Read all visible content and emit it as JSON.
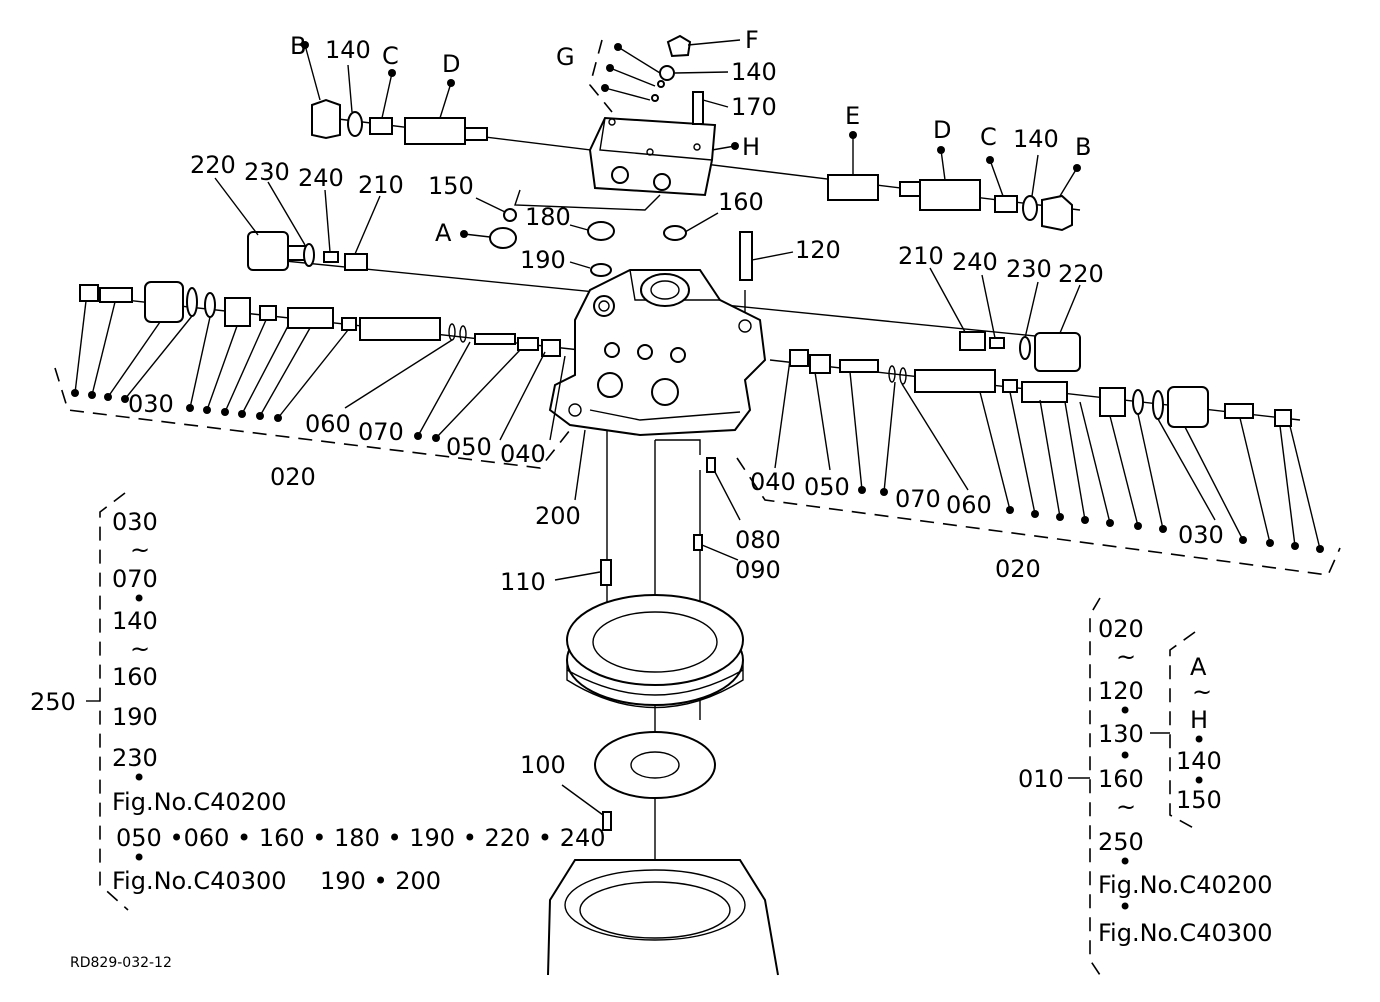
{
  "doc_code": "RD829-032-12",
  "letters": {
    "A": "A",
    "B": "B",
    "C": "C",
    "D": "D",
    "E": "E",
    "F": "F",
    "G": "G",
    "H": "H"
  },
  "parts": {
    "p010": "010",
    "p020": "020",
    "p030": "030",
    "p040": "040",
    "p050": "050",
    "p060": "060",
    "p070": "070",
    "p080": "080",
    "p090": "090",
    "p100": "100",
    "p110": "110",
    "p120": "120",
    "p140": "140",
    "p150": "150",
    "p160": "160",
    "p170": "170",
    "p180": "180",
    "p190": "190",
    "p200": "200",
    "p210": "210",
    "p220": "220",
    "p230": "230",
    "p240": "240",
    "p250": "250"
  },
  "legend_250": {
    "lines": [
      "030",
      "~",
      "070",
      "•",
      "140",
      "~",
      "160",
      "190",
      "230",
      "•"
    ],
    "fig1": "Fig.No.C40200",
    "fig1_parts": "050 •060 • 160 • 180 • 190 • 220 • 240",
    "dot": "•",
    "fig2": "Fig.No.C40300",
    "fig2_parts": "190 • 200"
  },
  "legend_010": {
    "left_lines": [
      "020",
      "~",
      "120",
      "•",
      "130",
      "•",
      "160",
      "~",
      "250",
      "•"
    ],
    "right_lines": [
      "A",
      "~",
      "H",
      "•",
      "140",
      "•",
      "150"
    ],
    "fig1": "Fig.No.C40200",
    "dot": "•",
    "fig2": "Fig.No.C40300"
  }
}
